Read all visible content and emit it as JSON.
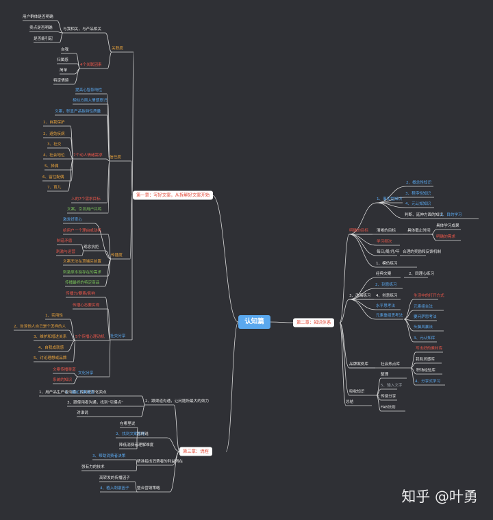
{
  "root": "认知篇",
  "watermark": "知乎 @叶勇",
  "chapters": [
    {
      "label": "第一章：写好文案，从拆解好文案开始"
    },
    {
      "label": "第二章：知识体系"
    },
    {
      "label": "第三章：流程"
    }
  ],
  "nodes": [
    {
      "t": "用户群体是否明确",
      "c": "white"
    },
    {
      "t": "卖点是否明确",
      "c": "white"
    },
    {
      "t": "与我相关，与产品相关",
      "c": "white"
    },
    {
      "t": "是否能引起",
      "c": "white"
    },
    {
      "t": "关联度",
      "c": "orange"
    },
    {
      "t": "自我",
      "c": "white"
    },
    {
      "t": "归属感",
      "c": "white"
    },
    {
      "t": "简单",
      "c": "white"
    },
    {
      "t": "特定情境",
      "c": "white"
    },
    {
      "t": "4个关联因素",
      "c": "red"
    },
    {
      "t": "提高心智影响性",
      "c": "blue"
    },
    {
      "t": "相似方面入情感意识",
      "c": "blue"
    },
    {
      "t": "文案，彰显产品独特性质量",
      "c": "blue"
    },
    {
      "t": "1、自我保护",
      "c": "orange"
    },
    {
      "t": "2、避免疾病",
      "c": "orange"
    },
    {
      "t": "3、社交",
      "c": "orange"
    },
    {
      "t": "4、社会地位",
      "c": "orange"
    },
    {
      "t": "7个动人情绪需求",
      "c": "red"
    },
    {
      "t": "信任度",
      "c": "orange"
    },
    {
      "t": "5、择偶",
      "c": "orange"
    },
    {
      "t": "6、留住配偶",
      "c": "orange"
    },
    {
      "t": "7、育儿",
      "c": "orange"
    },
    {
      "t": "人的7个需求目标",
      "c": "red"
    },
    {
      "t": "文案，引发用户共鸣",
      "c": "green"
    },
    {
      "t": "激发好奇心",
      "c": "blue"
    },
    {
      "t": "给用户一个理由或动机",
      "c": "red"
    },
    {
      "t": "制造矛盾",
      "c": "red"
    },
    {
      "t": "观念抗拒",
      "c": "white"
    },
    {
      "t": "刺激与运营",
      "c": "red"
    },
    {
      "t": "传播度",
      "c": "orange"
    },
    {
      "t": "文案无法在顶端买前置",
      "c": "orange"
    },
    {
      "t": "刺激原本独存在的需求",
      "c": "green"
    },
    {
      "t": "传播最终的特定商品",
      "c": "green"
    },
    {
      "t": "传播力/要素/影响",
      "c": "red"
    },
    {
      "t": "传播心态要实现",
      "c": "red"
    },
    {
      "t": "1、实用性",
      "c": "orange"
    },
    {
      "t": "2、告诉他人自己是个怎样的人",
      "c": "orange"
    },
    {
      "t": "3、维护和增进关系",
      "c": "orange"
    },
    {
      "t": "5个传播心理动机",
      "c": "red"
    },
    {
      "t": "4、自我成就感",
      "c": "orange"
    },
    {
      "t": "5、讨论理想或品牌",
      "c": "orange"
    },
    {
      "t": "社交分享",
      "c": "blue"
    },
    {
      "t": "文案传播渠道",
      "c": "red"
    },
    {
      "t": "文化分享",
      "c": "blue"
    },
    {
      "t": "系统的知识",
      "c": "red"
    },
    {
      "t": "1、事实性知识",
      "c": "blue"
    },
    {
      "t": "2、概念性知识",
      "c": "blue"
    },
    {
      "t": "3、程序性知识",
      "c": "blue"
    },
    {
      "t": "4、元认知知识",
      "c": "blue"
    },
    {
      "t": "判断、延伸方面的知识",
      "c": "white"
    },
    {
      "t": "1、目的学习",
      "c": "blue"
    },
    {
      "t": "明确的目标",
      "c": "red"
    },
    {
      "t": "清晰的目标",
      "c": "white"
    },
    {
      "t": "具体截止时间",
      "c": "white"
    },
    {
      "t": "具体学习成果",
      "c": "white"
    },
    {
      "t": "明确的需求",
      "c": "red"
    },
    {
      "t": "学习频次",
      "c": "red"
    },
    {
      "t": "每日/周/月/年",
      "c": "white"
    },
    {
      "t": "合理的奖励和反馈机制",
      "c": "white"
    },
    {
      "t": "1、模仿练习",
      "c": "white"
    },
    {
      "t": "经典文案",
      "c": "white"
    },
    {
      "t": "2、同理心练习",
      "c": "white"
    },
    {
      "t": "2、刻意练习",
      "c": "blue"
    },
    {
      "t": "3、改稿练习",
      "c": "white"
    },
    {
      "t": "4、创意练习",
      "c": "white"
    },
    {
      "t": "水平思考法",
      "c": "blue"
    },
    {
      "t": "生活中的打开方式",
      "c": "red"
    },
    {
      "t": "元素重组思考法",
      "c": "blue"
    },
    {
      "t": "元素组合法",
      "c": "blue"
    },
    {
      "t": "要问萨思考法",
      "c": "blue"
    },
    {
      "t": "头脑风暴法",
      "c": "blue"
    },
    {
      "t": "3、元认知库",
      "c": "blue"
    },
    {
      "t": "品牌案例库",
      "c": "white"
    },
    {
      "t": "写出好的素材库",
      "c": "red"
    },
    {
      "t": "社会热点库",
      "c": "white"
    },
    {
      "t": "我有灵感库",
      "c": "white"
    },
    {
      "t": "职场经验库",
      "c": "white"
    },
    {
      "t": "4、分享式学习",
      "c": "blue"
    },
    {
      "t": "吸收知识",
      "c": "white"
    },
    {
      "t": "整理",
      "c": "white"
    },
    {
      "t": "5、输入文字",
      "c": "grey"
    },
    {
      "t": "总结",
      "c": "white"
    },
    {
      "t": "传授分享",
      "c": "white"
    },
    {
      "t": "FAB法则",
      "c": "white"
    },
    {
      "t": "1、用产品生产者沟通，找到差异化卖点",
      "c": "white"
    },
    {
      "t": "1、锚定文案定位",
      "c": "blue"
    },
    {
      "t": "2、跟渠道沟通，让问题所最大的效力",
      "c": "white"
    },
    {
      "t": "3、跟使用者沟通，找到“引爆点”",
      "c": "white"
    },
    {
      "t": "对谁说",
      "c": "white"
    },
    {
      "t": "在哪里说",
      "c": "white"
    },
    {
      "t": "2、找到文案策略",
      "c": "blue"
    },
    {
      "t": "怎样说",
      "c": "white"
    },
    {
      "t": "降低消费者理解难度",
      "c": "white"
    },
    {
      "t": "3、帮助消费者决策",
      "c": "blue"
    },
    {
      "t": "精准指出消费者的利益所在",
      "c": "white"
    },
    {
      "t": "强有力的技术",
      "c": "white"
    },
    {
      "t": "高转发的传播因子",
      "c": "white"
    },
    {
      "t": "4、植入刺激因子",
      "c": "blue"
    },
    {
      "t": "整合营销策略",
      "c": "white"
    }
  ]
}
